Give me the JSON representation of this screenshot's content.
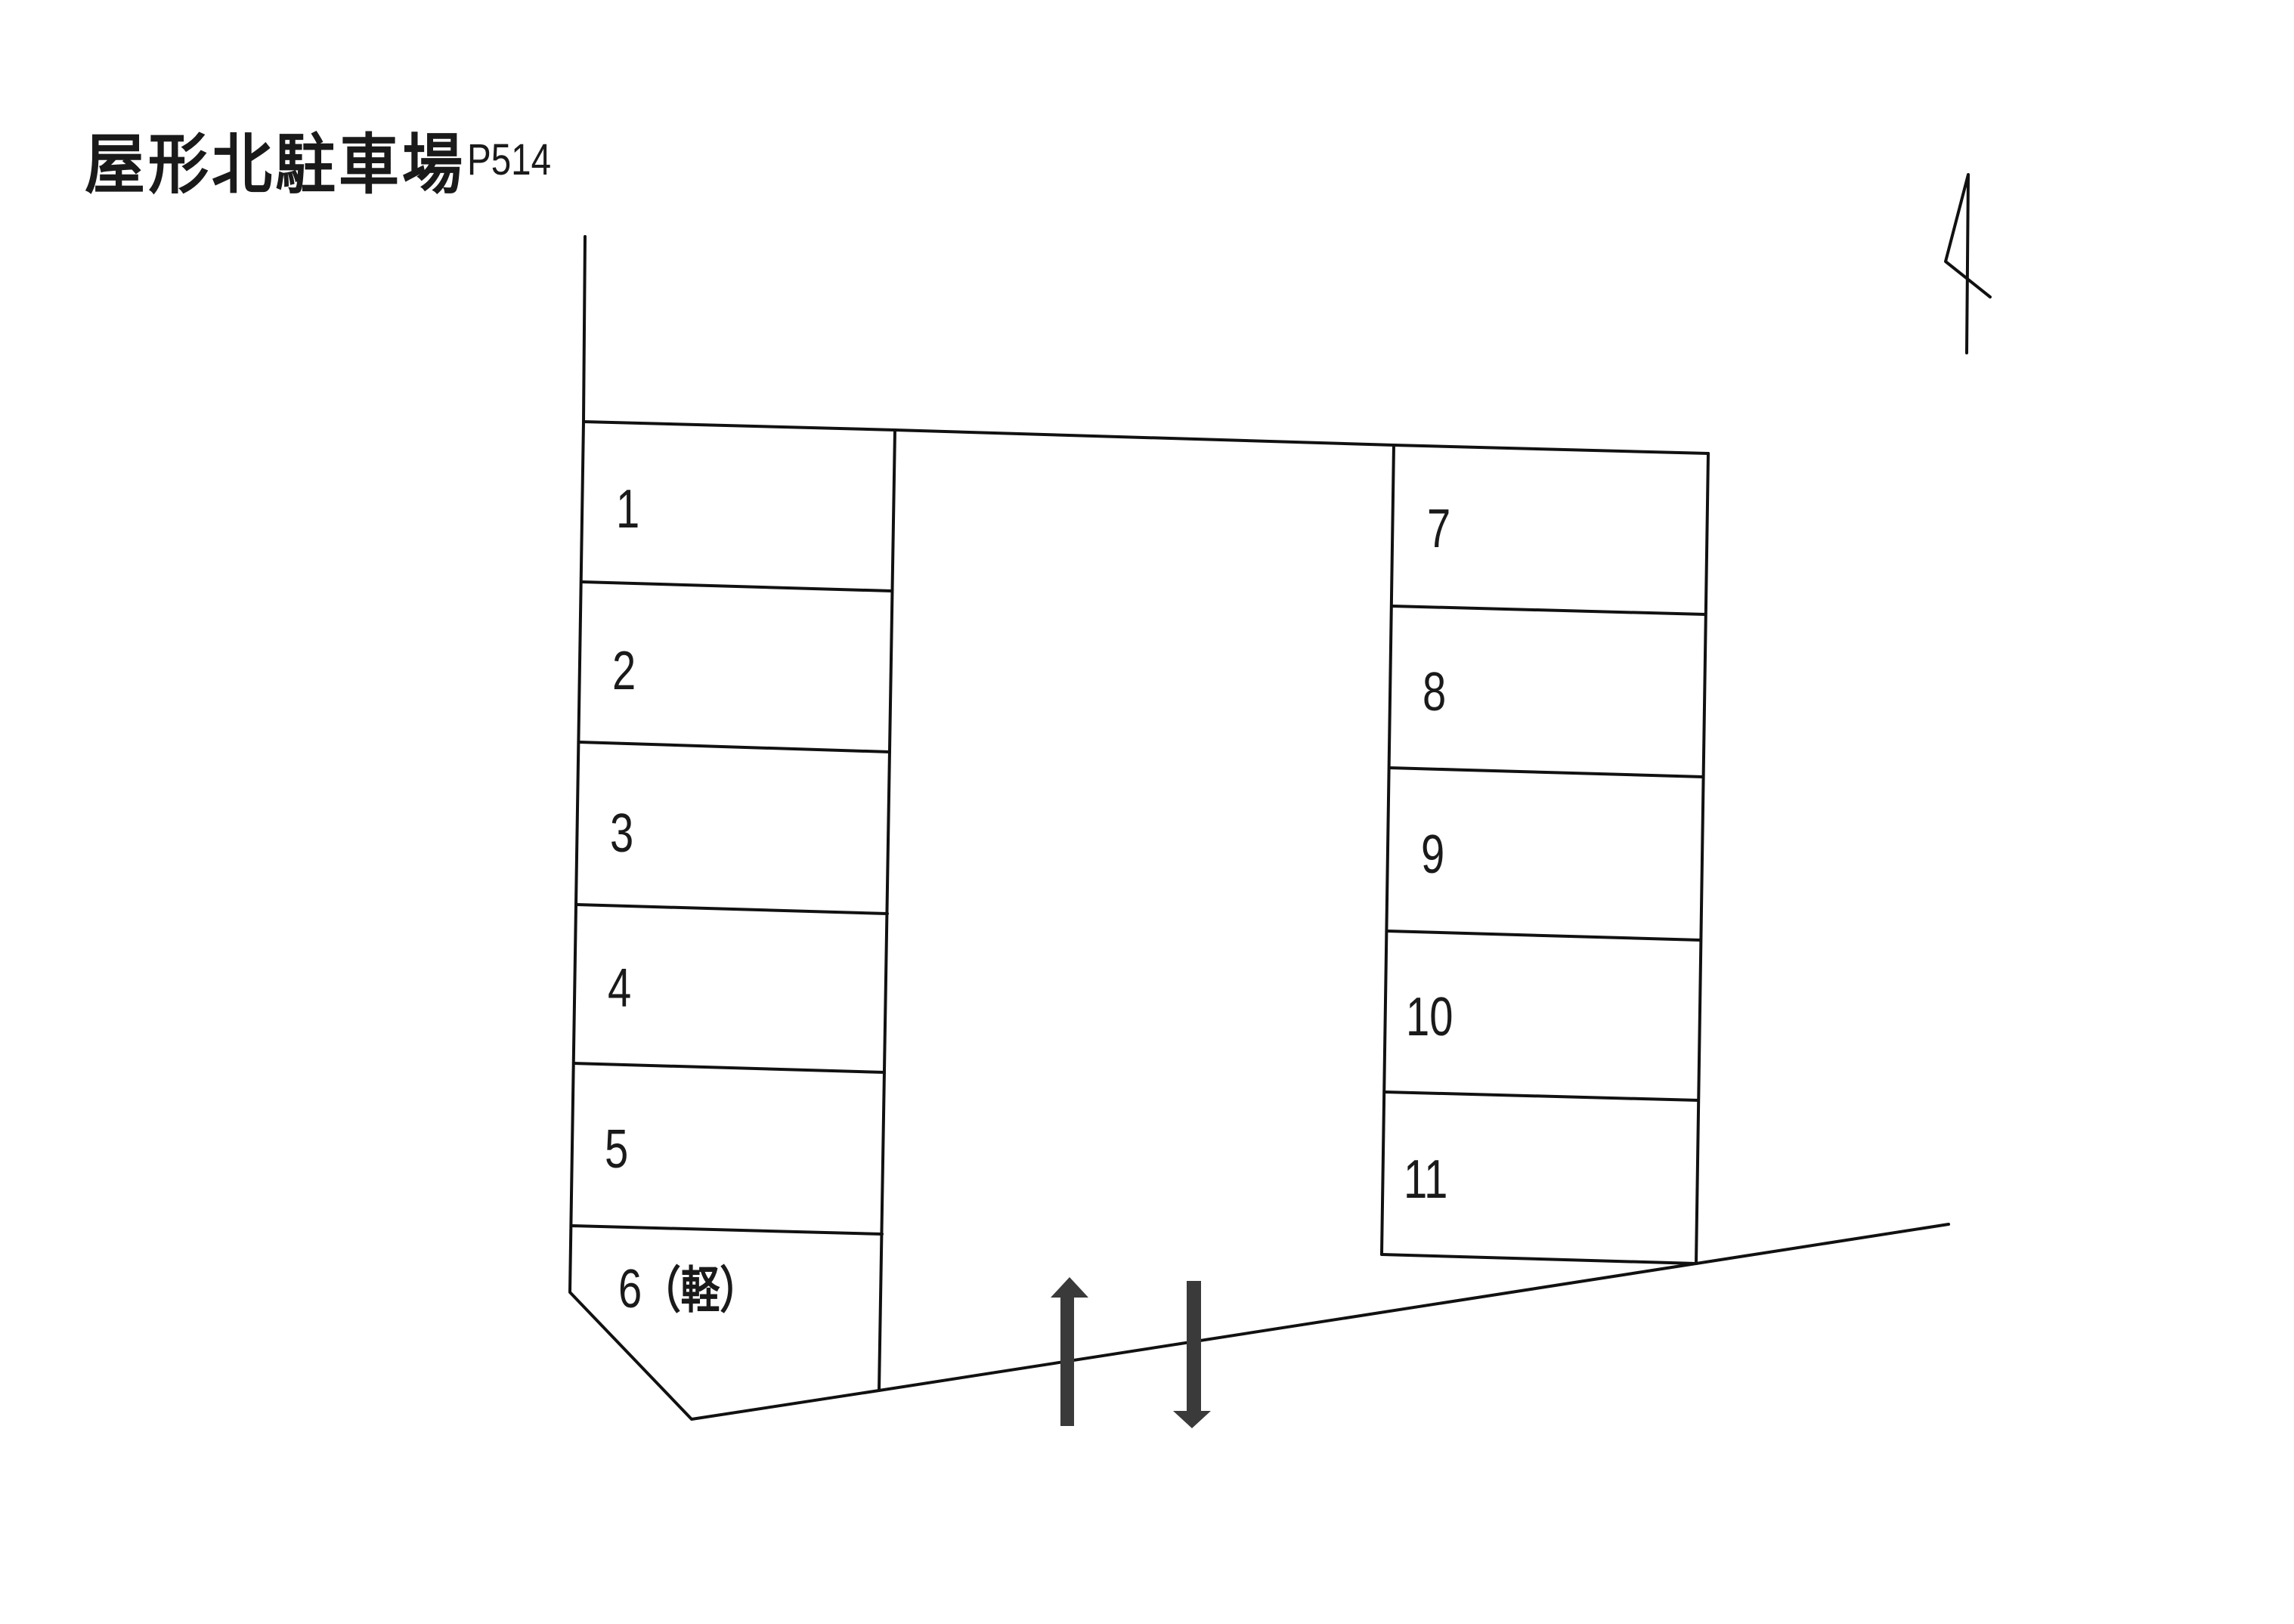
{
  "header": {
    "title": "屋形北駐車場",
    "code": "P514"
  },
  "compass": {
    "icon": "north-arrow-icon"
  },
  "stalls": {
    "left": [
      {
        "number": "1",
        "label": "1"
      },
      {
        "number": "2",
        "label": "2"
      },
      {
        "number": "3",
        "label": "3"
      },
      {
        "number": "4",
        "label": "4"
      },
      {
        "number": "5",
        "label": "5"
      },
      {
        "number": "6",
        "label": "6",
        "note": "（軽）"
      }
    ],
    "right": [
      {
        "number": "7",
        "label": "7"
      },
      {
        "number": "8",
        "label": "8"
      },
      {
        "number": "9",
        "label": "9"
      },
      {
        "number": "10",
        "label": "10"
      },
      {
        "number": "11",
        "label": "11"
      }
    ]
  },
  "entrance": {
    "in_arrow": "arrow-up-icon",
    "out_arrow": "arrow-down-icon"
  },
  "colors": {
    "line": "#111111",
    "arrow": "#3a3a3a",
    "background": "#ffffff"
  }
}
